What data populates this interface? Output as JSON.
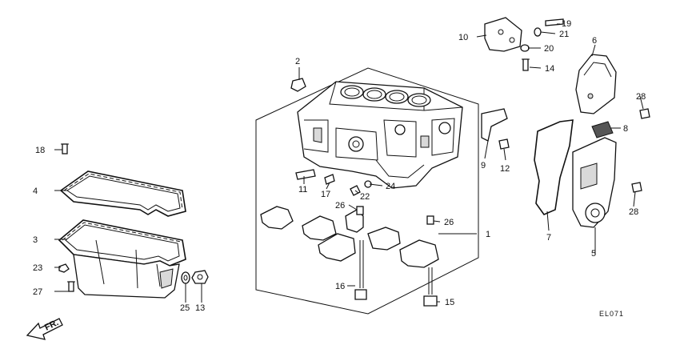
{
  "diagram_code": "EL071",
  "direction_label": "FR.",
  "part_numbers": [
    "1",
    "2",
    "3",
    "4",
    "5",
    "6",
    "7",
    "8",
    "9",
    "10",
    "11",
    "12",
    "13",
    "14",
    "15",
    "16",
    "17",
    "18",
    "19",
    "20",
    "21",
    "22",
    "23",
    "24",
    "25",
    "26",
    "26",
    "27",
    "28",
    "28"
  ]
}
